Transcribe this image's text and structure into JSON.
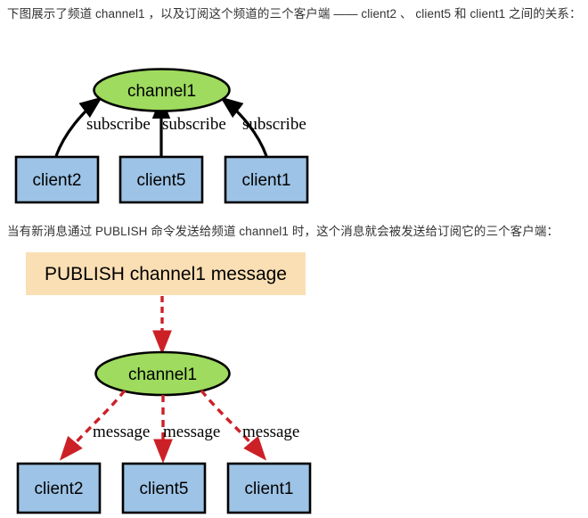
{
  "page": {
    "background_color": "#ffffff",
    "intro_text_1": "下图展示了频道 channel1 ，以及订阅这个频道的三个客户端 —— client2 、 client5 和 client1 之间的关系：",
    "intro_text_2": "当有新消息通过 PUBLISH 命令发送给频道 channel1 时，这个消息就会被发送给订阅它的三个客户端："
  },
  "colors": {
    "channel_fill": "#9edb5e",
    "client_fill": "#9dc3e6",
    "command_fill": "#fadfb4",
    "node_stroke": "#000000",
    "subscribe_edge": "#000000",
    "message_edge": "#cc2027",
    "text": "#333333"
  },
  "diagram_subscribe": {
    "name": "subscribe-relationship-diagram",
    "channel": {
      "label": "channel1",
      "shape": "ellipse"
    },
    "edge_label": "subscribe",
    "edges": [
      {
        "from": "client2",
        "to": "channel1",
        "label": "subscribe"
      },
      {
        "from": "client5",
        "to": "channel1",
        "label": "subscribe"
      },
      {
        "from": "client1",
        "to": "channel1",
        "label": "subscribe"
      }
    ],
    "clients": [
      {
        "label": "client2",
        "shape": "box"
      },
      {
        "label": "client5",
        "shape": "box"
      },
      {
        "label": "client1",
        "shape": "box"
      }
    ]
  },
  "diagram_publish": {
    "name": "publish-message-diagram",
    "command": {
      "label": "PUBLISH channel1 message",
      "shape": "box"
    },
    "channel": {
      "label": "channel1",
      "shape": "ellipse"
    },
    "edge_label": "message",
    "edges": [
      {
        "from": "PUBLISH channel1 message",
        "to": "channel1",
        "label": ""
      },
      {
        "from": "channel1",
        "to": "client2",
        "label": "message"
      },
      {
        "from": "channel1",
        "to": "client5",
        "label": "message"
      },
      {
        "from": "channel1",
        "to": "client1",
        "label": "message"
      }
    ],
    "clients": [
      {
        "label": "client2",
        "shape": "box"
      },
      {
        "label": "client5",
        "shape": "box"
      },
      {
        "label": "client1",
        "shape": "box"
      }
    ]
  }
}
